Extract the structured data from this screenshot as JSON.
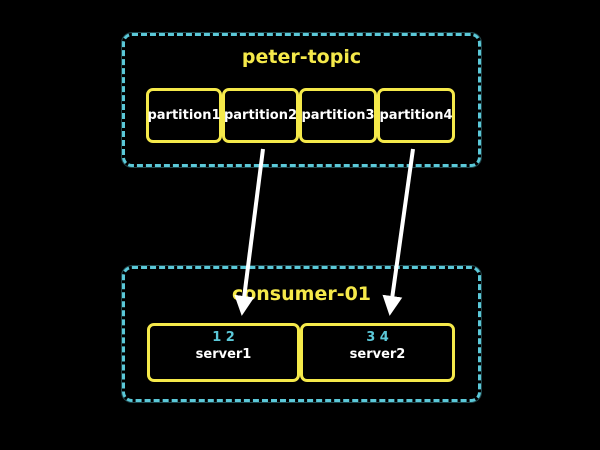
{
  "topic": {
    "title": "peter-topic",
    "partitions": [
      "partition1",
      "partition2",
      "partition3",
      "partition4"
    ]
  },
  "consumer": {
    "title": "consumer-01",
    "servers": [
      {
        "assigned": "1 2",
        "name": "server1"
      },
      {
        "assigned": "3 4",
        "name": "server2"
      }
    ]
  },
  "colors": {
    "background": "#000000",
    "group_border": "#5bc8d8",
    "box_border": "#f5e94a",
    "title_text": "#f5e94a",
    "assignment_text": "#5bc8d8",
    "arrow": "#ffffff"
  }
}
